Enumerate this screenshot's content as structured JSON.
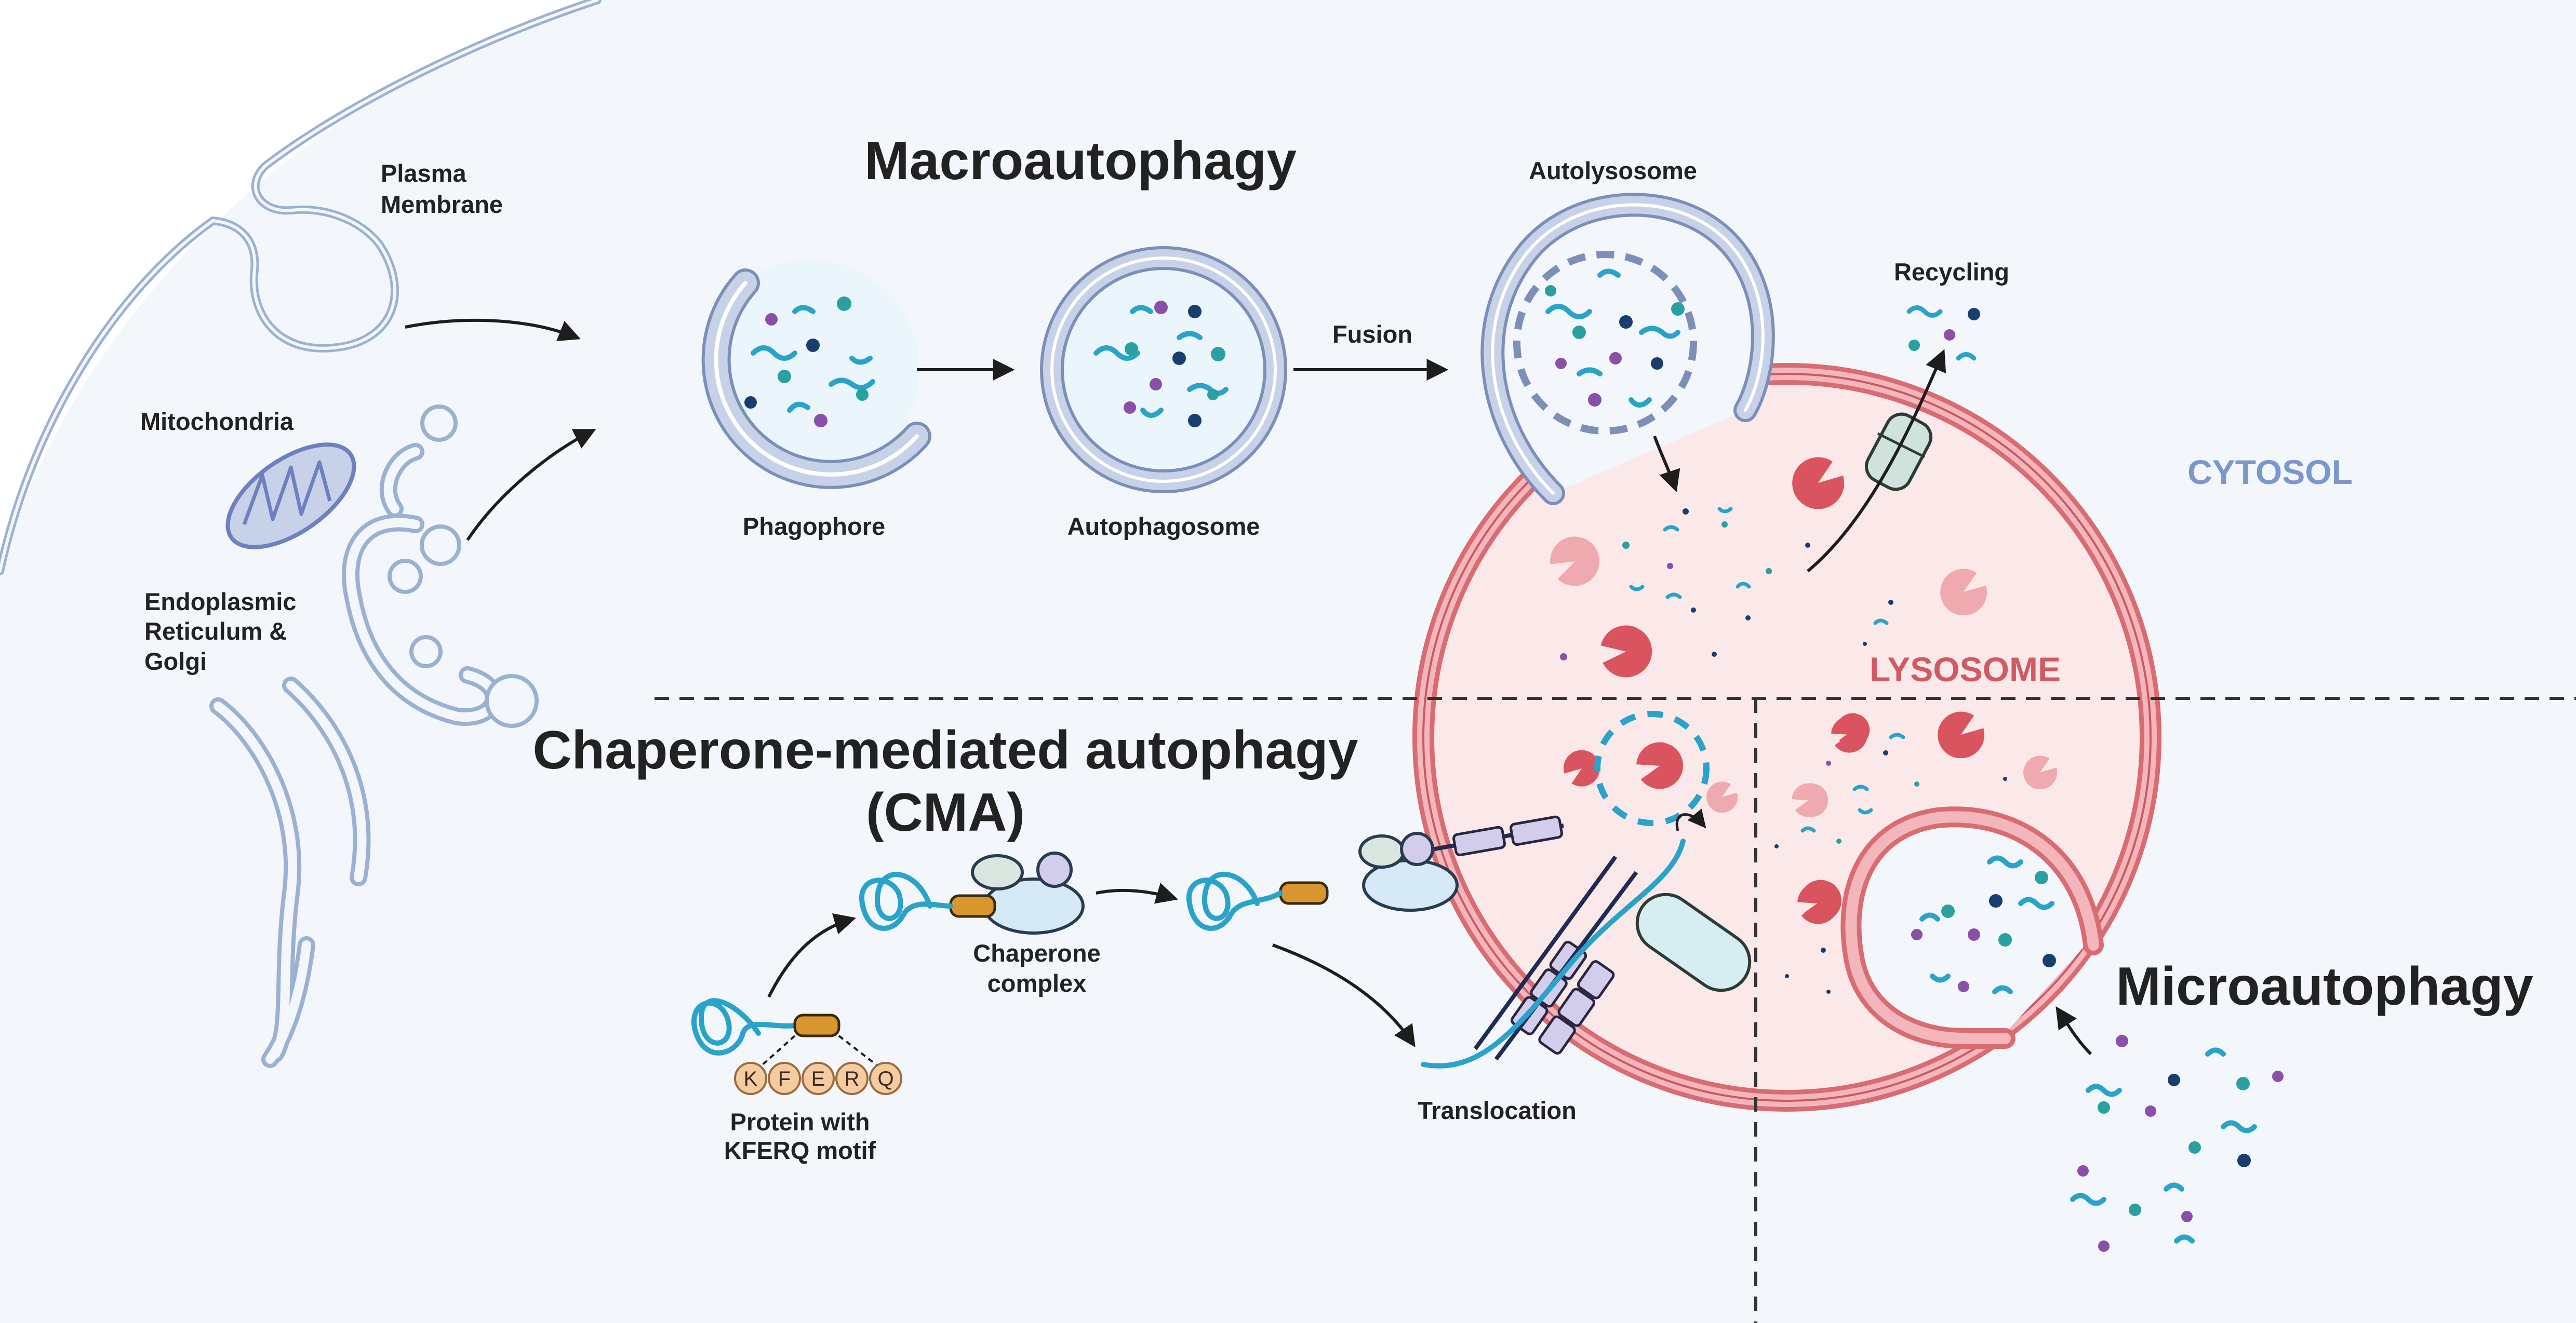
{
  "titles": {
    "macro": "Macroautophagy",
    "cma_line1": "Chaperone-mediated autophagy",
    "cma_line2": "(CMA)",
    "micro": "Microautophagy"
  },
  "zones": {
    "cytosol": "CYTOSOL",
    "lysosome": "LYSOSOME"
  },
  "labels": {
    "plasma_1": "Plasma",
    "plasma_2": "Membrane",
    "mito": "Mitochondria",
    "er_1": "Endoplasmic",
    "er_2": "Reticulum &",
    "er_3": "Golgi",
    "phagophore": "Phagophore",
    "autophagosome": "Autophagosome",
    "fusion": "Fusion",
    "autolysosome": "Autolysosome",
    "recycling": "Recycling",
    "chaperone_1": "Chaperone",
    "chaperone_2": "complex",
    "protein_1": "Protein with",
    "protein_2": "KFERQ motif",
    "translocation": "Translocation"
  },
  "motif": [
    "K",
    "F",
    "E",
    "R",
    "Q"
  ],
  "colors": {
    "background": "#f3f7fb",
    "membrane_blue": "#9cb0d4",
    "membrane_fill": "#c7d2e8",
    "lysosome_stroke": "#d96b72",
    "lysosome_fill": "#fbe9ea",
    "enzyme": "#d9545f",
    "enzyme_light": "#eeaaaf",
    "cargo_teal": "#2aa0a0",
    "cargo_navy": "#173e6e",
    "cargo_purple": "#8a4fa8",
    "cargo_cyan": "#29a3c9",
    "kferq": "#d8962e",
    "motif_bead": "#f6cba0"
  }
}
